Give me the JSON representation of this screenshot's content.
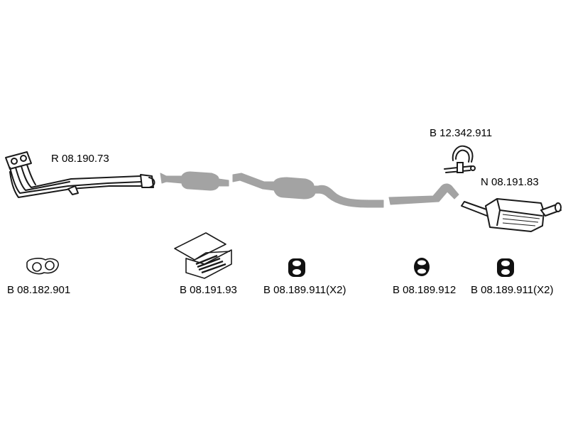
{
  "colors": {
    "background": "#ffffff",
    "outline": "#1a1a1a",
    "grey_part": "#a3a3a3",
    "light_grey": "#e6e6e6"
  },
  "parts": {
    "front_pipe": {
      "label": "R 08.190.73",
      "icon": "exhaust-manifold-downpipe-icon"
    },
    "catalytic_converter": {
      "icon": "catalytic-converter-icon"
    },
    "middle_silencer": {
      "icon": "middle-silencer-icon"
    },
    "intermediate_pipe": {
      "icon": "intermediate-pipe-icon"
    },
    "clamp": {
      "label": "B 12.342.911",
      "icon": "exhaust-clamp-icon"
    },
    "rear_silencer": {
      "label": "N 08.191.83",
      "icon": "rear-silencer-icon"
    }
  },
  "accessories": [
    {
      "label": "B 08.182.901",
      "icon": "gasket-icon"
    },
    {
      "label": "B 08.191.93",
      "icon": "mounting-kit-box-icon"
    },
    {
      "label": "B 08.189.911(X2)",
      "icon": "rubber-hanger-icon"
    },
    {
      "label": "B 08.189.912",
      "icon": "rubber-ring-icon"
    },
    {
      "label": "B 08.189.911(X2)",
      "icon": "rubber-hanger-icon"
    }
  ]
}
